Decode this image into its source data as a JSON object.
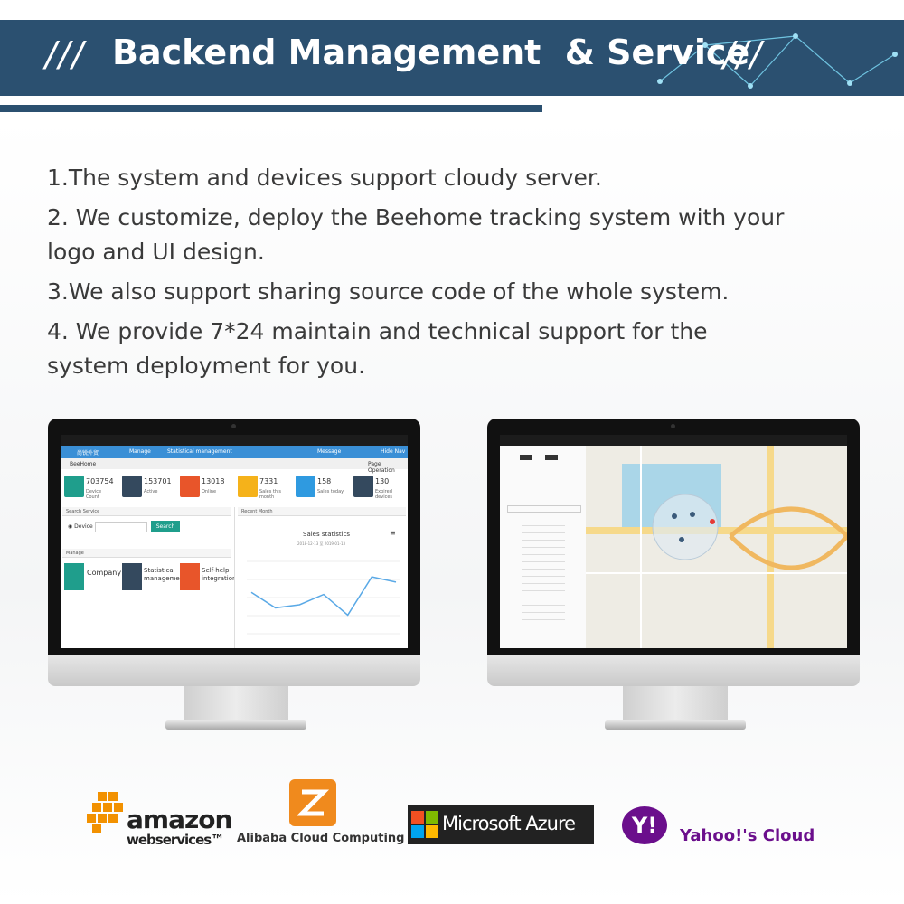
{
  "banner": {
    "slashes_left": "///",
    "title": "Backend Management  & Service",
    "slashes_right": "///"
  },
  "points": [
    "1.The system and devices support cloudy server.",
    "2. We customize, deploy the Beehome tracking system with your logo and  UI design.",
    "3.We also support sharing source code of the whole system.",
    "4. We provide 7*24 maintain and technical support for the system deployment for you."
  ],
  "dashboard": {
    "nav": {
      "manage": "Manage",
      "statistical": "Statistical management",
      "message": "Message",
      "hide": "Hide Nav"
    },
    "tab": "BeeHome",
    "page_operation": "Page Operation",
    "stats": [
      {
        "value": "703754",
        "label": "Device Count",
        "color": "#1f9e8c"
      },
      {
        "value": "153701",
        "label": "Active",
        "color": "#34495e"
      },
      {
        "value": "13018",
        "label": "Online",
        "color": "#e8552a"
      },
      {
        "value": "7331",
        "label": "Sales this month",
        "color": "#f5b21a"
      },
      {
        "value": "158",
        "label": "Sales today",
        "color": "#2f9ae0"
      },
      {
        "value": "130",
        "label": "Expired devices",
        "color": "#34495e"
      }
    ],
    "search_service": "Search Service",
    "device_label": "Device",
    "search_button": "Search",
    "manage_label": "Manage",
    "recent_month": "Recent Month",
    "sales_title": "Sales statistics",
    "sales_dates": "2018-12-13 至 2019-01-13",
    "tiles": [
      {
        "label": "Company",
        "color": "#1f9e8c"
      },
      {
        "label": "Statistical manageme",
        "color": "#34495e"
      },
      {
        "label": "Self-help integration",
        "color": "#e8552a"
      }
    ],
    "sales_values": [
      40,
      25,
      28,
      38,
      18,
      55,
      50
    ]
  },
  "logos": {
    "amazon_line1": "amazon",
    "amazon_line2": "webservices™",
    "alibaba": "Alibaba Cloud Computing",
    "microsoft": "Microsoft Azure",
    "yahoo_mark": "Y!",
    "yahoo": "Yahoo!'s Cloud"
  },
  "colors": {
    "banner": "#2b5070",
    "amazon_orange": "#f29100",
    "alibaba_orange": "#f08a1d",
    "yahoo_purple": "#6b0f8c"
  }
}
